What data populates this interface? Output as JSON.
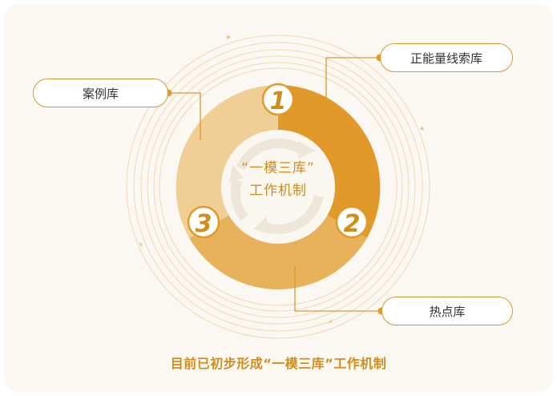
{
  "center": {
    "line1": "“一模三库”",
    "line2": "工作机制"
  },
  "labels": {
    "top_right": "正能量线索库",
    "left": "案例库",
    "bottom_right": "热点库"
  },
  "segments": [
    {
      "number": "1"
    },
    {
      "number": "2"
    },
    {
      "number": "3"
    }
  ],
  "caption": "目前已初步形成“一模三库”工作机制",
  "colors": {
    "accent": "#d99a2b",
    "segment_1": "#e19a2a",
    "segment_2": "#e7b25a",
    "segment_3": "#efcf96",
    "background": "#fbf8f3"
  }
}
